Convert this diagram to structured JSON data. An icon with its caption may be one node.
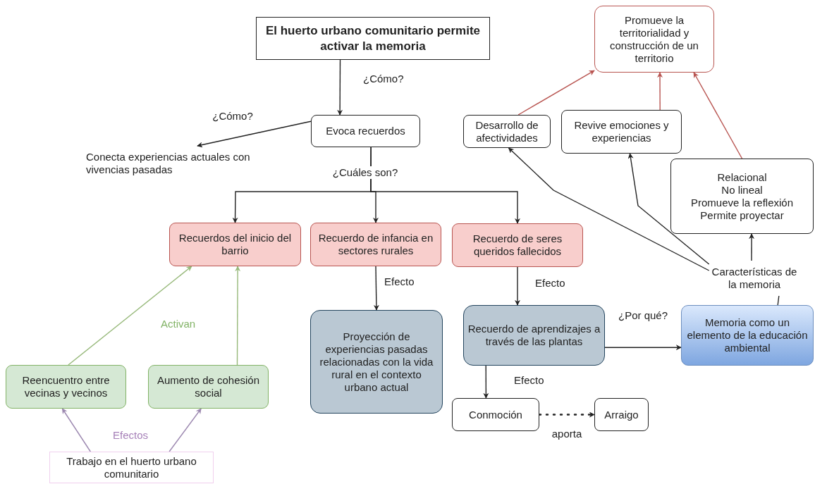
{
  "diagram": {
    "nodes": [
      {
        "text": [
          "El huerto urbano comunitario permite activar la memoria"
        ]
      },
      {
        "text": [
          "Evoca recuerdos"
        ]
      },
      {
        "text": [
          "Conecta experiencias actuales con vivencias pasadas"
        ]
      },
      {
        "text": [
          "Recuerdos del inicio del barrio"
        ]
      },
      {
        "text": [
          "Recuerdo de infancia en sectores rurales"
        ]
      },
      {
        "text": [
          "Recuerdo de seres queridos fallecidos"
        ]
      },
      {
        "text": [
          "Proyección de experiencias pasadas relacionadas con la vida rural en el contexto urbano actual"
        ]
      },
      {
        "text": [
          "Recuerdo de aprendizajes a través de las plantas"
        ]
      },
      {
        "text": [
          "Memoria como un elemento de la educación ambiental"
        ]
      },
      {
        "text": [
          "Conmoción"
        ]
      },
      {
        "text": [
          "Arraigo"
        ]
      },
      {
        "text": [
          "Características de la memoria"
        ]
      },
      {
        "text": [
          "Relacional",
          "No lineal",
          "Promueve la reflexión",
          "Permite proyectar"
        ]
      },
      {
        "text": [
          "Desarrollo de afectividades"
        ]
      },
      {
        "text": [
          "Revive emociones y experiencias"
        ]
      },
      {
        "text": [
          "Promueve la territorialidad y construcción de un territorio"
        ]
      },
      {
        "text": [
          "Reencuentro entre vecinas y vecinos"
        ]
      },
      {
        "text": [
          "Aumento de cohesión social"
        ]
      },
      {
        "text": [
          "Trabajo en el huerto urbano comunitario"
        ]
      }
    ],
    "edges": [
      {
        "from": 0,
        "to": 1,
        "arrow": "to",
        "label": "¿Cómo?"
      },
      {
        "from": 1,
        "to": 2,
        "arrow": "to",
        "label": "¿Cómo?"
      },
      {
        "from": 1,
        "to": 3,
        "arrow": "to"
      },
      {
        "from": 1,
        "to": 4,
        "arrow": "to",
        "label": "¿Cuáles son?"
      },
      {
        "from": 1,
        "to": 5,
        "arrow": "to"
      },
      {
        "from": 4,
        "to": 6,
        "arrow": "to",
        "label": "Efecto"
      },
      {
        "from": 5,
        "to": 7,
        "arrow": "to",
        "label": "Efecto"
      },
      {
        "from": 7,
        "to": 8,
        "arrow": "to",
        "label": "¿Por qué?"
      },
      {
        "from": 7,
        "to": 9,
        "arrow": "to",
        "label": "Efecto"
      },
      {
        "from": 9,
        "to": 10,
        "arrow": "to",
        "label": "aporta",
        "style": "dashed"
      },
      {
        "from": 8,
        "to": 11,
        "arrow": "none"
      },
      {
        "from": 11,
        "to": 12,
        "arrow": "to"
      },
      {
        "from": 11,
        "to": 13,
        "arrow": "to"
      },
      {
        "from": 11,
        "to": 14,
        "arrow": "to"
      },
      {
        "from": 12,
        "to": 15,
        "arrow": "to",
        "color": "#b85450"
      },
      {
        "from": 13,
        "to": 15,
        "arrow": "to",
        "color": "#b85450"
      },
      {
        "from": 14,
        "to": 15,
        "arrow": "to",
        "color": "#b85450"
      },
      {
        "from": 16,
        "to": 3,
        "arrow": "to",
        "color": "#97b97a"
      },
      {
        "from": 17,
        "to": 3,
        "arrow": "to",
        "color": "#97b97a"
      },
      {
        "from": 18,
        "to": 16,
        "arrow": "to",
        "color": "#9c88b0"
      },
      {
        "from": 18,
        "to": 17,
        "arrow": "to",
        "color": "#9c88b0"
      }
    ],
    "labels": [
      "Activan",
      "Efectos"
    ]
  }
}
